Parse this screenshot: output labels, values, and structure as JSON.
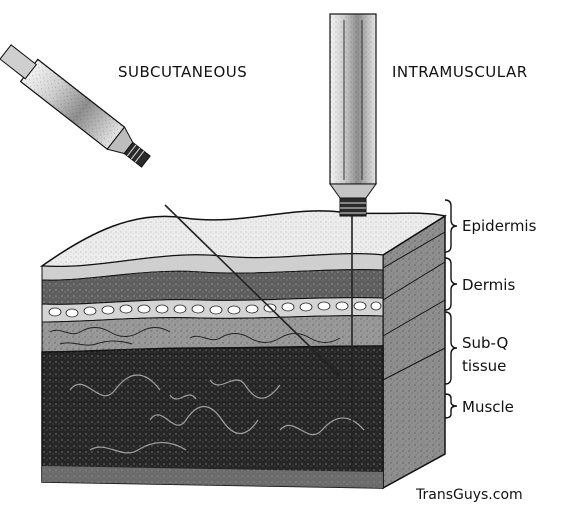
{
  "headings": {
    "subcutaneous": "SUBCUTANEOUS",
    "intramuscular": "INTRAMUSCULAR"
  },
  "layers": {
    "epidermis": "Epidermis",
    "dermis": "Dermis",
    "subq_line1": "Sub-Q",
    "subq_line2": "tissue",
    "muscle": "Muscle"
  },
  "credit": "TransGuys.com",
  "colors": {
    "ink": "#111111",
    "epidermis": "#e9e9e9",
    "dermis": "#6f6f6f",
    "fat_band": "#d8d8d8",
    "subq": "#8a8a8a",
    "muscle": "#2a2a2a"
  }
}
